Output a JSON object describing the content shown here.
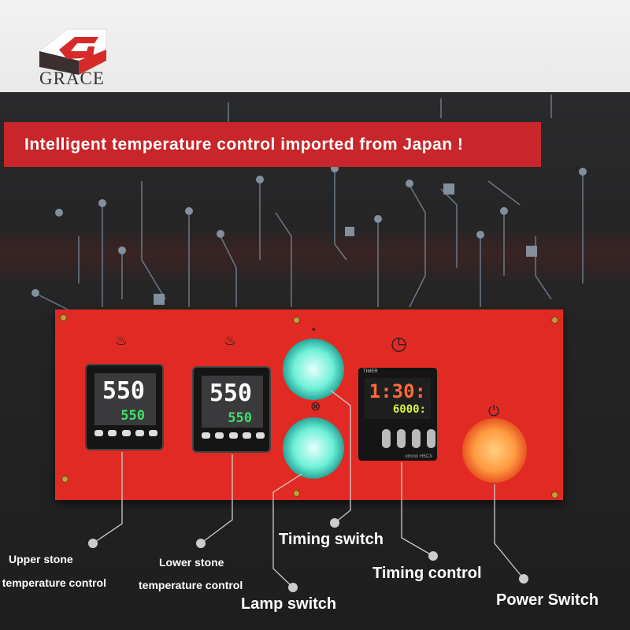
{
  "brand": {
    "name": "GRACE"
  },
  "banner": {
    "text": "Intelligent temperature control imported from Japan !"
  },
  "controllers": [
    {
      "pv": "550",
      "sv": "550",
      "icon": "upper-heat-icon"
    },
    {
      "pv": "550",
      "sv": "550",
      "icon": "lower-heat-icon"
    }
  ],
  "timer": {
    "title": "TIMER",
    "time": "1:30:",
    "count": "6000:",
    "brand": "omron H5CX"
  },
  "labels": {
    "upper_1": "Upper stone",
    "upper_2": "temperature control",
    "lower_1": "Lower stone",
    "lower_2": "temperature control",
    "timing_switch": "Timing switch",
    "lamp_switch": "Lamp switch",
    "timing_control": "Timing control",
    "power_switch": "Power Switch"
  },
  "colors": {
    "accent": "#c8262a",
    "panel": "#e22a24",
    "lamp": "#6ff0d8",
    "power": "#ff9a40"
  }
}
